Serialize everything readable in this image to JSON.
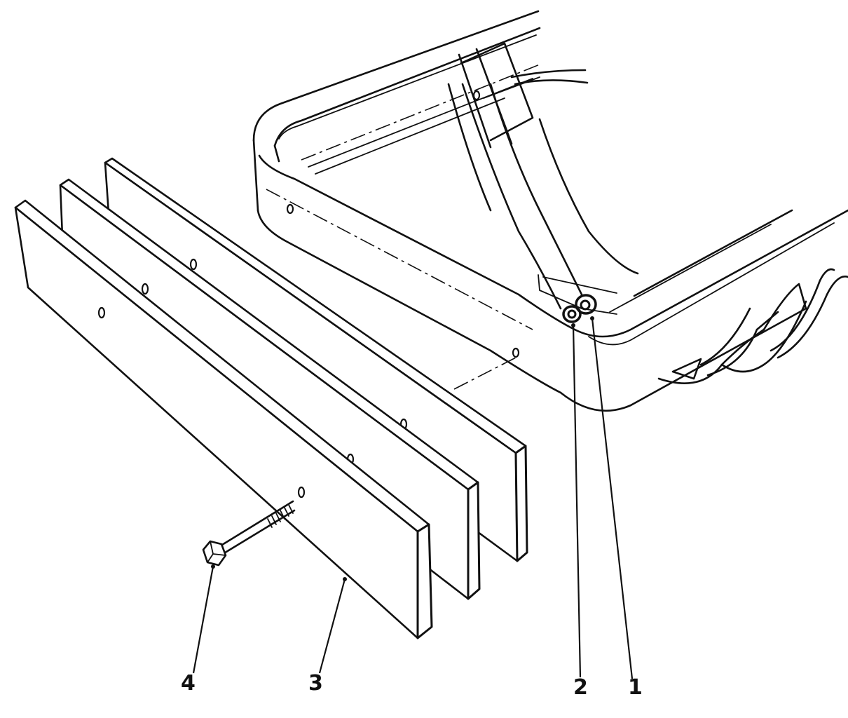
{
  "callouts": {
    "item_1": "1",
    "item_2": "2",
    "item_3": "3",
    "item_4": "4"
  }
}
